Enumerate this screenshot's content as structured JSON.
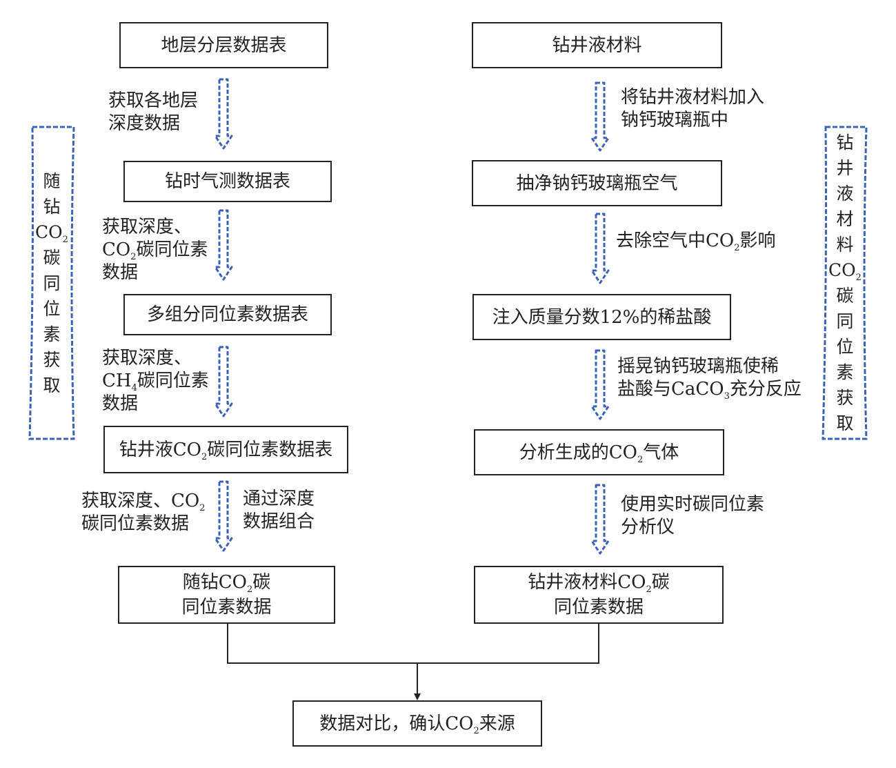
{
  "colors": {
    "box_border": "#222222",
    "arrow_dashed": "#3a62b8",
    "text": "#222222"
  },
  "left_boxes": [
    {
      "lines": [
        [
          [
            "地层分层数据表",
            0
          ]
        ]
      ]
    },
    {
      "lines": [
        [
          [
            "钻时气测数据表",
            0
          ]
        ]
      ]
    },
    {
      "lines": [
        [
          [
            "多组分同位素数据表",
            0
          ]
        ]
      ]
    },
    {
      "lines": [
        [
          [
            "钻井液CO",
            0
          ],
          [
            "2",
            1
          ],
          [
            "碳同位素数据表",
            0
          ]
        ]
      ]
    },
    {
      "lines": [
        [
          [
            "随钻CO",
            0
          ],
          [
            "2",
            1
          ],
          [
            "碳",
            0
          ]
        ],
        [
          [
            "同位素数据",
            0
          ]
        ]
      ]
    }
  ],
  "right_boxes": [
    {
      "lines": [
        [
          [
            "钻井液材料",
            0
          ]
        ]
      ]
    },
    {
      "lines": [
        [
          [
            "抽净钠钙玻璃瓶空气",
            0
          ]
        ]
      ]
    },
    {
      "lines": [
        [
          [
            "注入质量分数12%的稀盐酸",
            0
          ]
        ]
      ]
    },
    {
      "lines": [
        [
          [
            "分析生成的CO",
            0
          ],
          [
            "2",
            1
          ],
          [
            "气体",
            0
          ]
        ]
      ]
    },
    {
      "lines": [
        [
          [
            "钻井液材料CO",
            0
          ],
          [
            "2",
            1
          ],
          [
            "碳",
            0
          ]
        ],
        [
          [
            "同位素数据",
            0
          ]
        ]
      ]
    }
  ],
  "final_box": {
    "lines": [
      [
        [
          "数据对比，确认CO",
          0
        ],
        [
          "2",
          1
        ],
        [
          "来源",
          0
        ]
      ]
    ]
  },
  "left_labels": [
    {
      "lines": [
        [
          [
            "获取各地层",
            0
          ]
        ],
        [
          [
            "深度数据",
            0
          ]
        ]
      ]
    },
    {
      "lines": [
        [
          [
            "获取深度、",
            0
          ]
        ],
        [
          [
            "CO",
            0
          ],
          [
            "2",
            1
          ],
          [
            "碳同位素",
            0
          ]
        ],
        [
          [
            "数据",
            0
          ]
        ]
      ]
    },
    {
      "lines": [
        [
          [
            "获取深度、",
            0
          ]
        ],
        [
          [
            "CH",
            0
          ],
          [
            "4",
            1
          ],
          [
            "碳同位素",
            0
          ]
        ],
        [
          [
            "数据",
            0
          ]
        ]
      ]
    },
    {
      "lines": [
        [
          [
            "获取深度、CO",
            0
          ],
          [
            "2",
            1
          ]
        ],
        [
          [
            "碳同位素数据",
            0
          ]
        ]
      ]
    },
    {
      "lines": [
        [
          [
            "通过深度",
            0
          ]
        ],
        [
          [
            "数据组合",
            0
          ]
        ]
      ]
    }
  ],
  "right_labels": [
    {
      "lines": [
        [
          [
            "将钻井液材料加入",
            0
          ]
        ],
        [
          [
            "钠钙玻璃瓶中",
            0
          ]
        ]
      ]
    },
    {
      "lines": [
        [
          [
            "去除空气中CO",
            0
          ],
          [
            "2",
            1
          ],
          [
            "影响",
            0
          ]
        ]
      ]
    },
    {
      "lines": [
        [
          [
            "摇晃钠钙玻璃瓶使稀",
            0
          ]
        ],
        [
          [
            "盐酸与CaCO",
            0
          ],
          [
            "3",
            1
          ],
          [
            "充分反应",
            0
          ]
        ]
      ]
    },
    {
      "lines": [
        [
          [
            "使用实时碳同位素",
            0
          ]
        ],
        [
          [
            "分析仪",
            0
          ]
        ]
      ]
    }
  ],
  "side_left": {
    "lines": [
      [
        [
          "随",
          0
        ]
      ],
      [
        [
          "钻",
          0
        ]
      ],
      [
        [
          "CO",
          0
        ],
        [
          "2",
          1
        ]
      ],
      [
        [
          "碳",
          0
        ]
      ],
      [
        [
          "同",
          0
        ]
      ],
      [
        [
          "位",
          0
        ]
      ],
      [
        [
          "素",
          0
        ]
      ],
      [
        [
          "获",
          0
        ]
      ],
      [
        [
          "取",
          0
        ]
      ]
    ]
  },
  "side_right": {
    "lines": [
      [
        [
          "钻",
          0
        ]
      ],
      [
        [
          "井",
          0
        ]
      ],
      [
        [
          "液",
          0
        ]
      ],
      [
        [
          "材",
          0
        ]
      ],
      [
        [
          "料",
          0
        ]
      ],
      [
        [
          "CO",
          0
        ],
        [
          "2",
          1
        ]
      ],
      [
        [
          "碳",
          0
        ]
      ],
      [
        [
          "同",
          0
        ]
      ],
      [
        [
          "位",
          0
        ]
      ],
      [
        [
          "素",
          0
        ]
      ],
      [
        [
          "获",
          0
        ]
      ],
      [
        [
          "取",
          0
        ]
      ]
    ]
  }
}
